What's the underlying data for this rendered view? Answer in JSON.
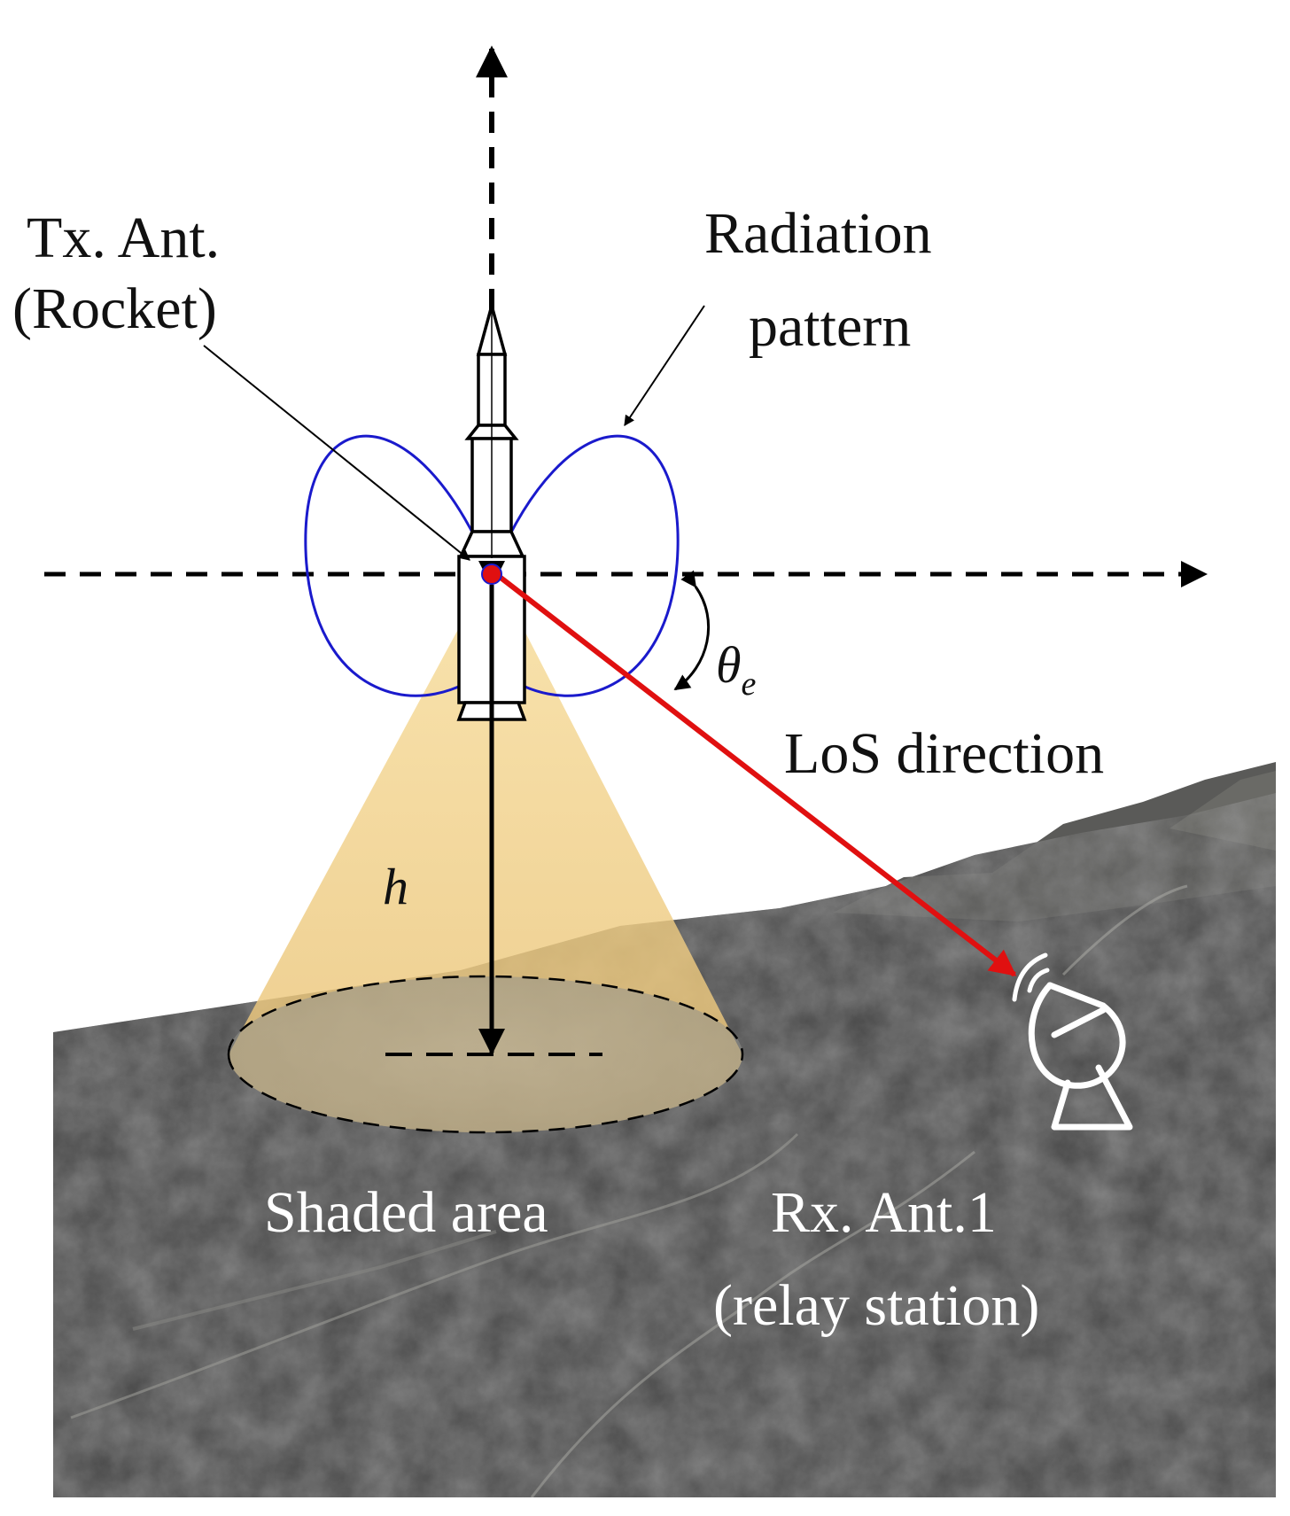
{
  "labels": {
    "tx_line1": "Tx. Ant.",
    "tx_line2": "(Rocket)",
    "radiation_line1": "Radiation",
    "radiation_line2": "pattern",
    "theta_symbol": "θ",
    "theta_sub": "e",
    "los": "LoS direction",
    "height": "h",
    "shaded": "Shaded area",
    "rx_line1": "Rx. Ant.1",
    "rx_line2": "(relay station)"
  },
  "colors": {
    "radiation_pattern": "#1a1acc",
    "los_arrow": "#e01010",
    "cone": "#f3cf7a",
    "terrain": "#3f3f3f",
    "axes": "#000000",
    "tx_point": "#e01010"
  },
  "icons": {
    "rocket": "rocket-icon",
    "receiver": "satellite-dish-icon"
  }
}
